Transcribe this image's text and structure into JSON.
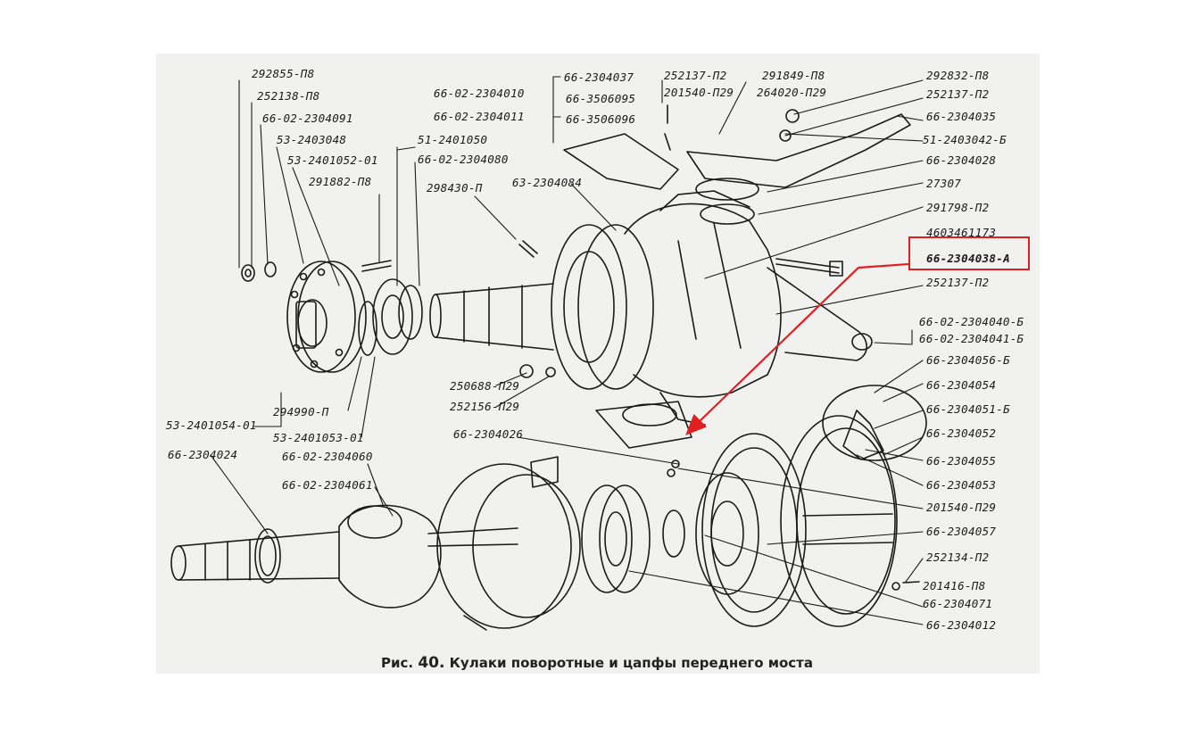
{
  "figure": {
    "caption_prefix": "Рис.",
    "caption_number": "40.",
    "caption_title": "Кулаки поворотные и цапфы переднего моста"
  },
  "colors": {
    "highlight": "#e02020",
    "ink": "#1a1a1a",
    "paper": "#f1f1ef"
  },
  "labels": {
    "l292855": "292855-П8",
    "l252138": "252138-П8",
    "l23040091": "66-02-2304091",
    "l2403048": "53-2403048",
    "l2401052": "53-2401052-01",
    "l291882": "291882-П8",
    "l2401050": "51-2401050",
    "l2304080": "66-02-2304080",
    "l298430": "298430-П",
    "l2304084": "63-2304084",
    "l2304010": "66-02-2304010",
    "l2304011": "66-02-2304011",
    "l2304037": "66-2304037",
    "l3506095": "66-3506095",
    "l3506096": "66-3506096",
    "l252137a": "252137-П2",
    "l201540a": "201540-П29",
    "l291849": "291849-П8",
    "l264020": "264020-П29",
    "l292832": "292832-П8",
    "l252137b": "252137-П2",
    "l2304035": "66-2304035",
    "l2403042": "51-2403042-Б",
    "l2304028": "66-2304028",
    "l27307": "27307",
    "l291798": "291798-П2",
    "l4603461173": "4603461173",
    "l2304038": "66-2304038-А",
    "l252137c": "252137-П2",
    "l2304040": "66-02-2304040-Б",
    "l2304041": "66-02-2304041-Б",
    "l2304056": "66-2304056-Б",
    "l2304054": "66-2304054",
    "l2304051": "66-2304051-Б",
    "l2304052": "66-2304052",
    "l2304055": "66-2304055",
    "l2304053": "66-2304053",
    "l201540b": "201540-П29",
    "l2304057": "66-2304057",
    "l252134": "252134-П2",
    "l201416": "201416-П8",
    "l2304071": "66-2304071",
    "l2304012": "66-2304012",
    "l250688": "250688-П29",
    "l252156": "252156-П29",
    "l294990": "294990-П",
    "l2401054": "53-2401054-01",
    "l2401053": "53-2401053-01",
    "l2304026": "66-2304026",
    "l2304024": "66-2304024",
    "l2304060": "66-02-2304060",
    "l2304061": "66-02-2304061"
  }
}
